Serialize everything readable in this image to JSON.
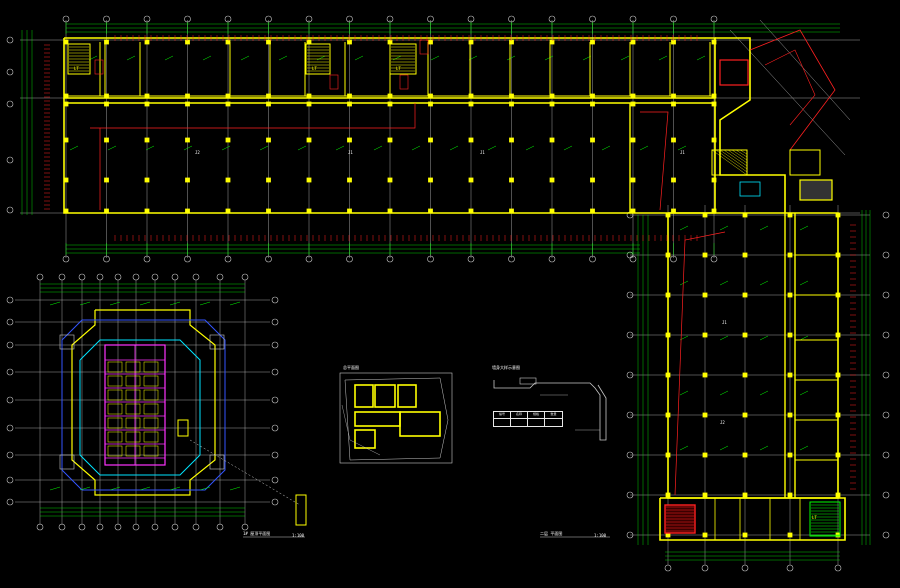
{
  "drawing": {
    "background": "#000000",
    "colors": {
      "wall": "#ffff00",
      "grid": "#c8c8c8",
      "dim": "#00ff00",
      "fixture": "#ff2020",
      "accent_cyan": "#00e5ff",
      "accent_magenta": "#ff33ff",
      "accent_blue": "#3355ff",
      "stair": "#ffff00",
      "text": "#e8e8e8"
    }
  },
  "main_plan": {
    "room_labels": [
      "J1",
      "J1",
      "J1",
      "J1",
      "J2",
      "J2"
    ],
    "stair_labels": [
      "LT",
      "LT",
      "LT",
      "LT"
    ]
  },
  "tower_plan": {
    "title": "1#    屋顶平面图",
    "scale": "1:100"
  },
  "site_plan": {
    "title": "总平面图"
  },
  "section_detail": {
    "title": "墙身大样示意图",
    "table_header": [
      "编号",
      "名称",
      "规格",
      "数量"
    ],
    "table_rows": [
      [
        "",
        "",
        "",
        ""
      ]
    ]
  },
  "legend_note": {
    "title": "二层  平面图",
    "scale": "1:100"
  }
}
